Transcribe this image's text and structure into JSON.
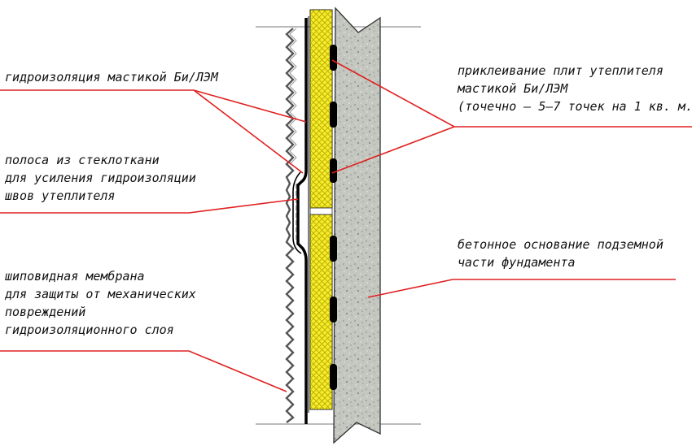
{
  "colors": {
    "leader": "#e02020",
    "insulation": "#f4ec2c",
    "insulation_grid": "#b8a800",
    "concrete": "#c3c7bf",
    "mastic_dots": "#000000",
    "membrane": "#555555"
  },
  "labels": {
    "waterproofing_mastic": [
      "гидроизоляция мастикой Би/ЛЭМ"
    ],
    "fiberglass_strip": [
      "полоса из стеклоткани",
      "для усиления гидроизоляции",
      "швов утеплителя"
    ],
    "dimple_membrane": [
      "шиповидная мембрана",
      "для защиты от механических",
      "повреждений",
      "гидроизоляционного слоя"
    ],
    "board_gluing": [
      "приклеивание плит утеплителя",
      "мастикой Би/ЛЭМ",
      "(точечно – 5–7 точек на 1 кв. м.)"
    ],
    "concrete_base": [
      "бетонное основание подземной",
      "части фундамента"
    ]
  }
}
